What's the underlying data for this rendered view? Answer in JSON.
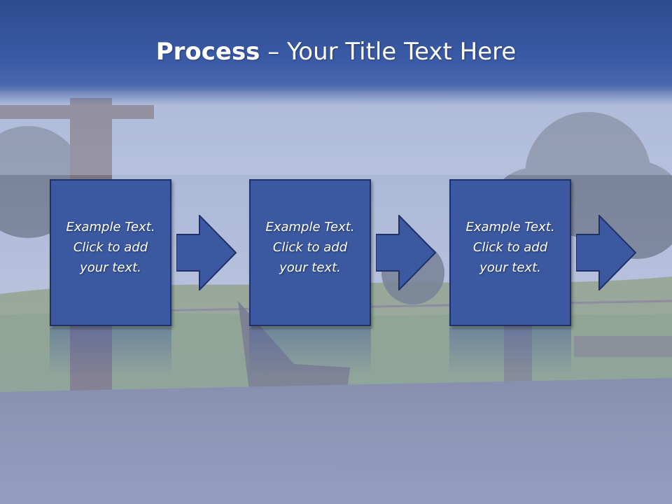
{
  "slide": {
    "title_bold": "Process",
    "title_rest": " – Your Title Text Here"
  },
  "steps": [
    {
      "line1": "Example Text.",
      "line2": "Click  to add",
      "line3": "your text."
    },
    {
      "line1": "Example Text.",
      "line2": "Click  to add",
      "line3": "your text."
    },
    {
      "line1": "Example Text.",
      "line2": "Click  to add",
      "line3": "your text."
    }
  ],
  "colors": {
    "header": "#2d4b8f",
    "box_fill": "#3b58a1",
    "box_border": "#1e3168",
    "text": "#ffffff"
  }
}
